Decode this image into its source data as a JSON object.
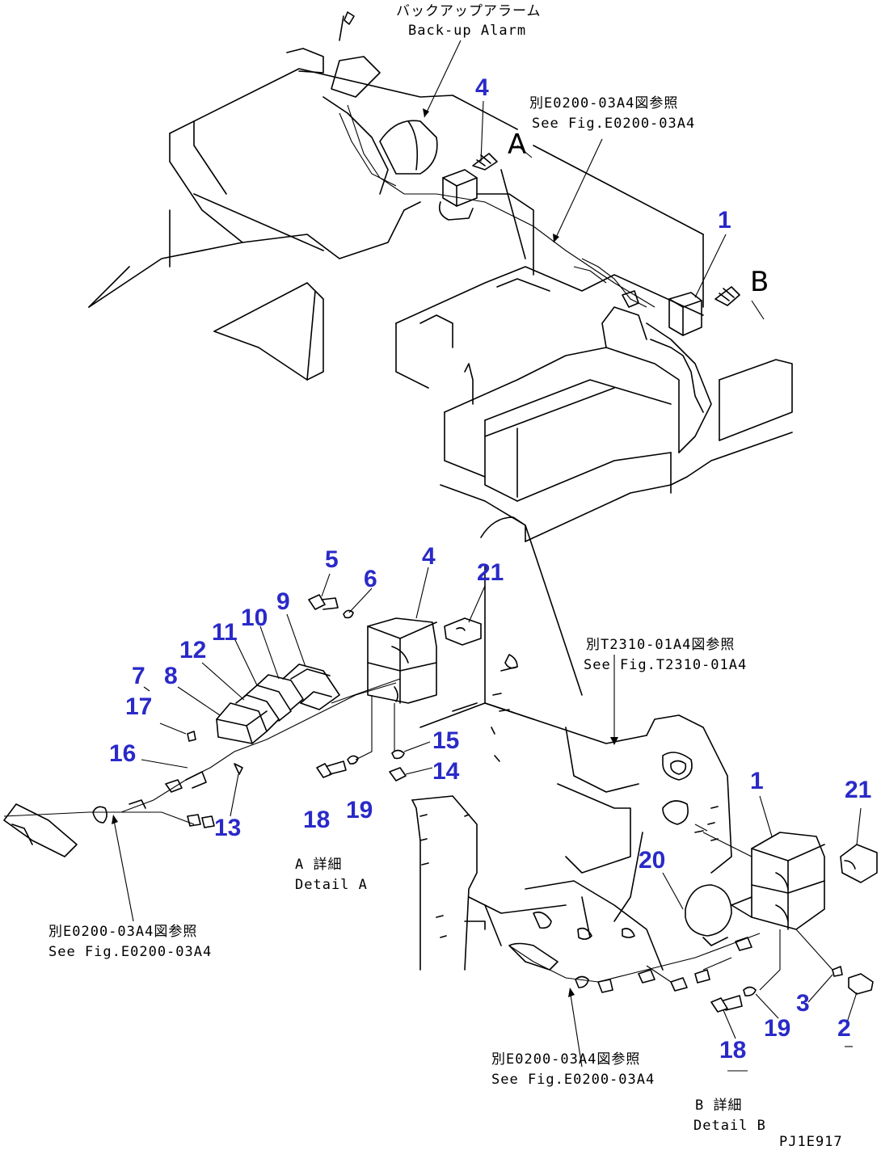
{
  "texts": {
    "backup_alarm_jp": "バックアップアラーム",
    "backup_alarm_en": "Back-up Alarm",
    "ref_top_jp": "別E0200-03A4図参照",
    "ref_top_en": "See Fig.E0200-03A4",
    "ref_mid_jp": "別T2310-01A4図参照",
    "ref_mid_en": "See Fig.T2310-01A4",
    "ref_left_jp": "別E0200-03A4図参照",
    "ref_left_en": "See Fig.E0200-03A4",
    "ref_bottom_jp": "別E0200-03A4図参照",
    "ref_bottom_en": "See Fig.E0200-03A4",
    "detail_a_jp": "A 詳細",
    "detail_a_en": "Detail A",
    "detail_b_jp": "B 詳細",
    "detail_b_en": "Detail B",
    "view_a": "A",
    "view_b": "B",
    "drawing_no": "PJ1E917"
  },
  "callouts": [
    "4",
    "1",
    "5",
    "6",
    "4",
    "21",
    "9",
    "10",
    "11",
    "12",
    "7",
    "8",
    "17",
    "16",
    "13",
    "15",
    "14",
    "18",
    "19",
    "1",
    "21",
    "20",
    "3",
    "2",
    "19",
    "18"
  ],
  "colors": {
    "callout": "#2a2ac8",
    "line": "#000000",
    "background": "#ffffff"
  }
}
